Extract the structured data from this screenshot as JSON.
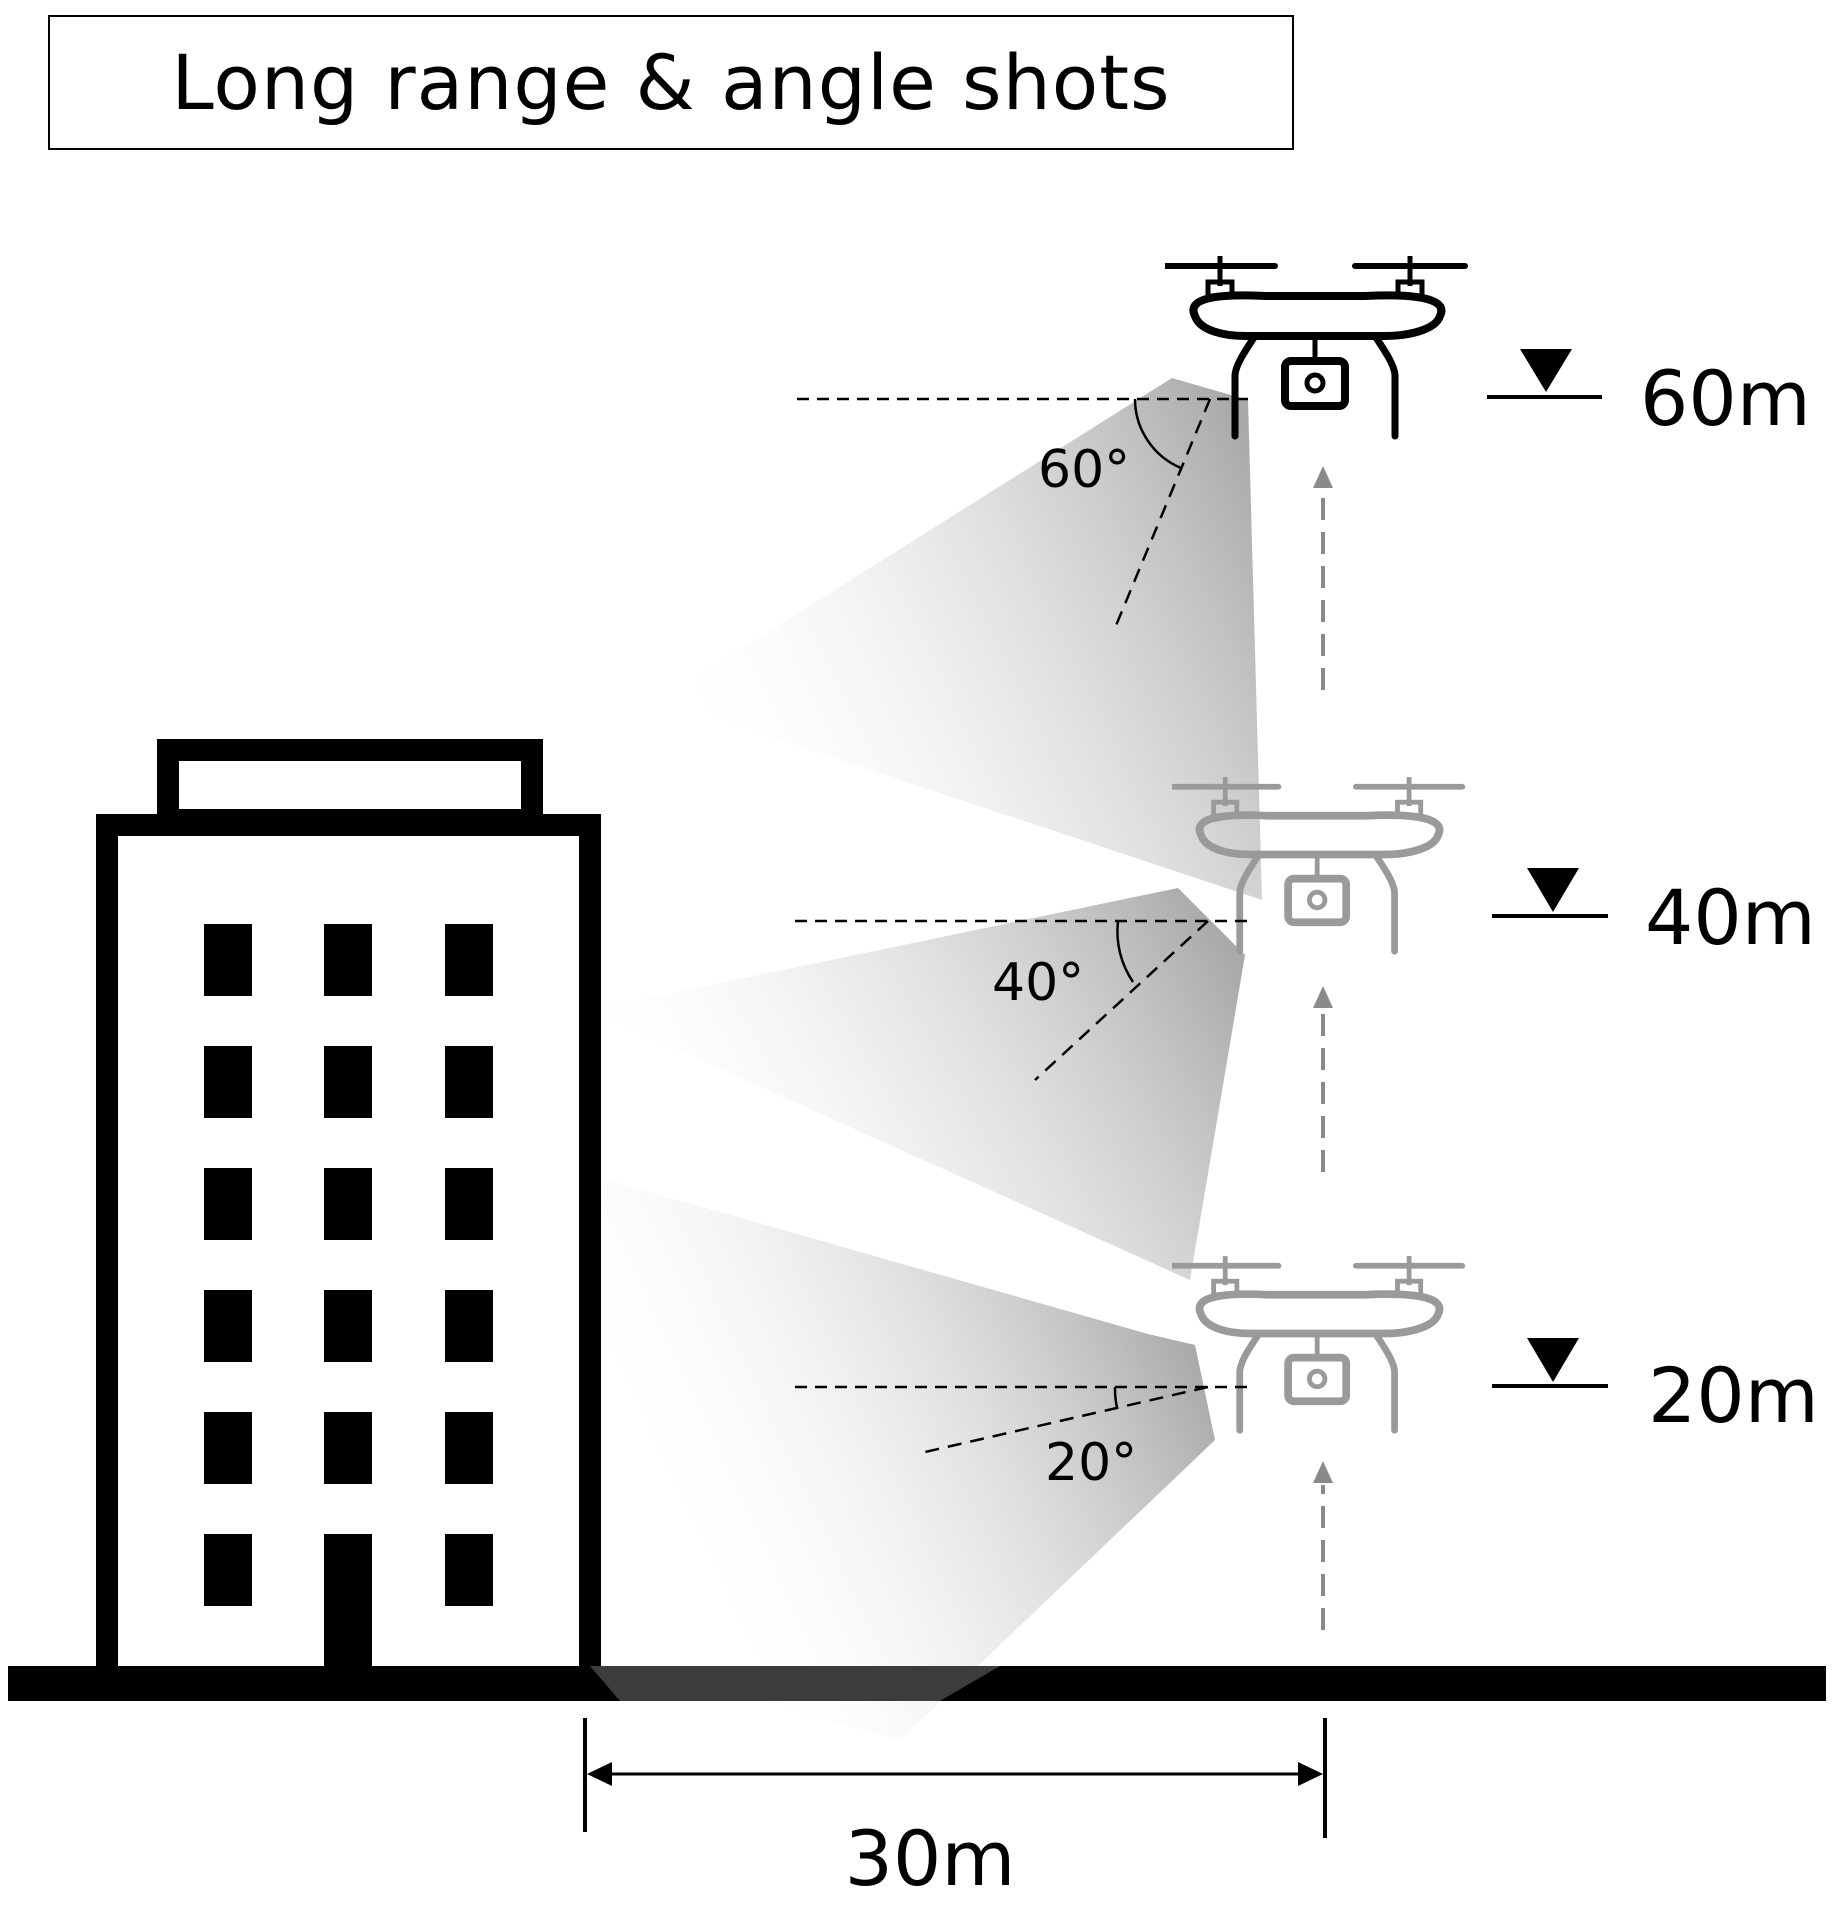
{
  "title": "Long range & angle shots",
  "drones": [
    {
      "altitude_label": "60m",
      "angle_label": "60°",
      "style": "dark",
      "color": "#000000"
    },
    {
      "altitude_label": "40m",
      "angle_label": "40°",
      "style": "faded",
      "color": "#9a9a9a"
    },
    {
      "altitude_label": "20m",
      "angle_label": "20°",
      "style": "faded",
      "color": "#9a9a9a"
    }
  ],
  "distance_label": "30m",
  "colors": {
    "ink": "#000000",
    "faded_drone": "#9a9a9a",
    "arrow": "#8a8a8a",
    "beam": "#b4b4b4"
  },
  "icons": [
    "building-icon",
    "drone-icon",
    "elevation-marker-icon",
    "arrow-up-icon"
  ]
}
